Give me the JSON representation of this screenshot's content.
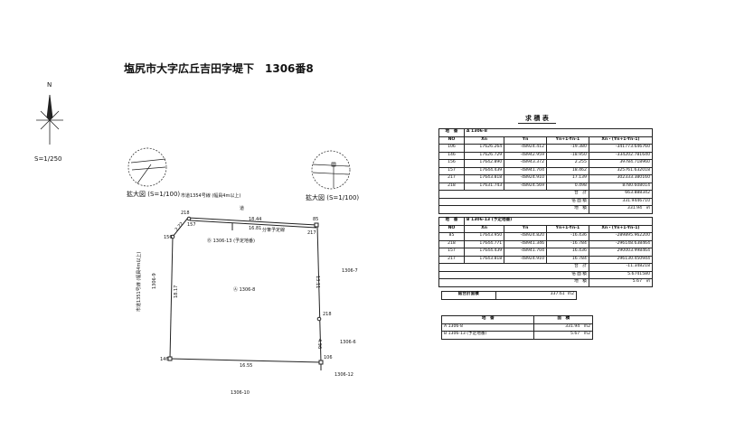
{
  "title": "塩尻市大字広丘吉田字堤下　1306番8",
  "north": "N",
  "scale": "S=1/250",
  "enlarge_label": "拡大図 (S=1/100)",
  "drawing": {
    "road_top": "市道1354号線 (幅員4m以上)",
    "road_char": "道",
    "road_left": "市道1351号線 (幅員4m以上)",
    "parcel_a": "Ⓐ 1306-8",
    "parcel_b": "Ⓑ 1306-13 (予定地番)",
    "split_line": "分筆予定線",
    "neighbors": {
      "n7": "1306-7",
      "n6": "1306-6",
      "n12": "1306-12",
      "n10": "1306-10",
      "n9": "1306-9"
    },
    "points": {
      "p218": "218",
      "p157": "157",
      "p156": "156",
      "p85": "85",
      "p217": "217",
      "p146": "146",
      "p106": "106",
      "p218r": "218"
    },
    "dims": {
      "top": "18.44",
      "top2": "16.81",
      "diag": "2.22",
      "left": "18.17",
      "right": "13.11",
      "right2": "4.96",
      "bottom": "16.55"
    }
  },
  "table_title": "求 積 表",
  "table_a": {
    "parcel": "A 1306-8",
    "headers": [
      "地　番",
      "NO",
      "Xn",
      "Yn",
      "Yn+1-Yn-1",
      "Xn・(Yn+1-Yn-1)"
    ],
    "rows": [
      [
        "106",
        "17626.264",
        "-48924.412",
        "-19.380",
        "-341773.646760"
      ],
      [
        "146",
        "17626.729",
        "-48942.959",
        "-18.950",
        "-334202.781640"
      ],
      [
        "156",
        "17642.890",
        "-48943.372",
        "2.255",
        "39784.718960"
      ],
      [
        "157",
        "17644.439",
        "-48941.704",
        "18.462",
        "325761.632018"
      ],
      [
        "217",
        "17643.818",
        "-48924.910",
        "17.139",
        "302333.380160"
      ],
      [
        "218",
        "17631.743",
        "-48924.569",
        "0.498",
        "8780.608014"
      ]
    ],
    "sum_label": "合　計",
    "sum": "663.888342",
    "double_label": "倍 面 積",
    "double": "331.9446710",
    "area_label": "地　積",
    "area": "331.94",
    "unit": "㎡"
  },
  "table_b": {
    "parcel": "B 1306-13 (予定地番)",
    "headers": [
      "地　番",
      "NO",
      "Xn",
      "Yn",
      "Yn+1-Yn-1",
      "Xn・(Yn+1-Yn-1)"
    ],
    "rows": [
      [
        "85",
        "17643.950",
        "-48924.820",
        "-16.436",
        "-289895.962200"
      ],
      [
        "218",
        "17644.771",
        "-48941.346",
        "-16.784",
        "-296148.638464"
      ],
      [
        "157",
        "17644.439",
        "-48941.704",
        "16.436",
        "290003.998464"
      ],
      [
        "217",
        "17643.818",
        "-48924.910",
        "16.784",
        "296130.450944"
      ]
    ],
    "sum_label": "合　計",
    "sum": "-11.348218",
    "double_label": "倍 面 積",
    "double": "5.6741580",
    "area_label": "地　積",
    "area": "5.67",
    "unit": "㎡"
  },
  "total": {
    "label": "総合計面積",
    "value": "337.61",
    "unit": "m2"
  },
  "summary": {
    "headers": [
      "地　番",
      "面　積"
    ],
    "rows": [
      [
        "A 1306-8",
        "331.94",
        "m2"
      ],
      [
        "B 1306-13 (予定地番)",
        "5.67",
        "m2"
      ]
    ]
  }
}
